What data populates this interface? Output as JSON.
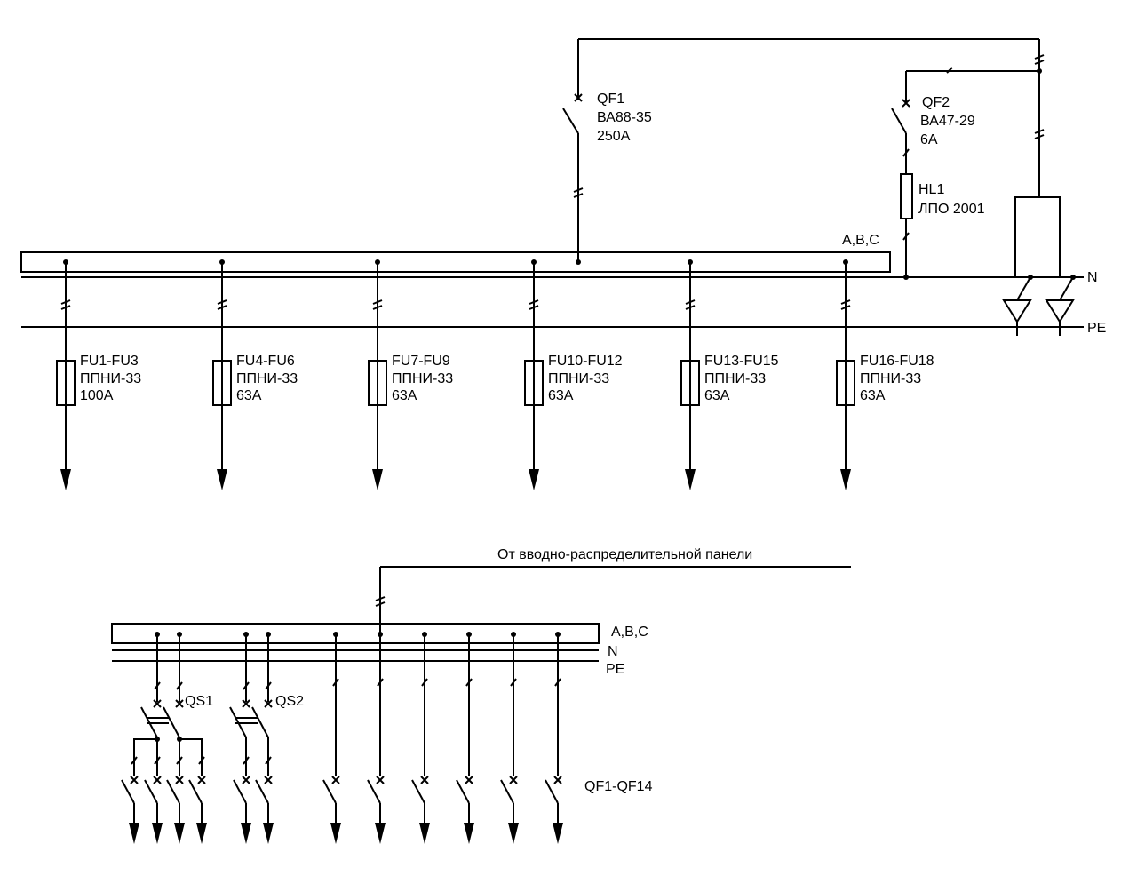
{
  "top": {
    "qf1": {
      "id": "QF1",
      "type": "ВА88-35",
      "rating": "250А"
    },
    "qf2": {
      "id": "QF2",
      "type": "ВА47-29",
      "rating": "6А"
    },
    "hl1": {
      "id": "HL1",
      "type": "ЛПО 2001"
    },
    "bus_label": "A,B,C",
    "n_label": "N",
    "pe_label": "PE",
    "fuses": [
      {
        "id": "FU1-FU3",
        "type": "ППНИ-33",
        "rating": "100А"
      },
      {
        "id": "FU4-FU6",
        "type": "ППНИ-33",
        "rating": "63А"
      },
      {
        "id": "FU7-FU9",
        "type": "ППНИ-33",
        "rating": "63А"
      },
      {
        "id": "FU10-FU12",
        "type": "ППНИ-33",
        "rating": "63А"
      },
      {
        "id": "FU13-FU15",
        "type": "ППНИ-33",
        "rating": "63А"
      },
      {
        "id": "FU16-FU18",
        "type": "ППНИ-33",
        "rating": "63А"
      }
    ]
  },
  "bottom": {
    "feed_label": "От вводно-распределительной панели",
    "bus_label": "A,B,C",
    "n_label": "N",
    "pe_label": "PE",
    "qs1": "QS1",
    "qs2": "QS2",
    "qf_range": "QF1-QF14"
  }
}
